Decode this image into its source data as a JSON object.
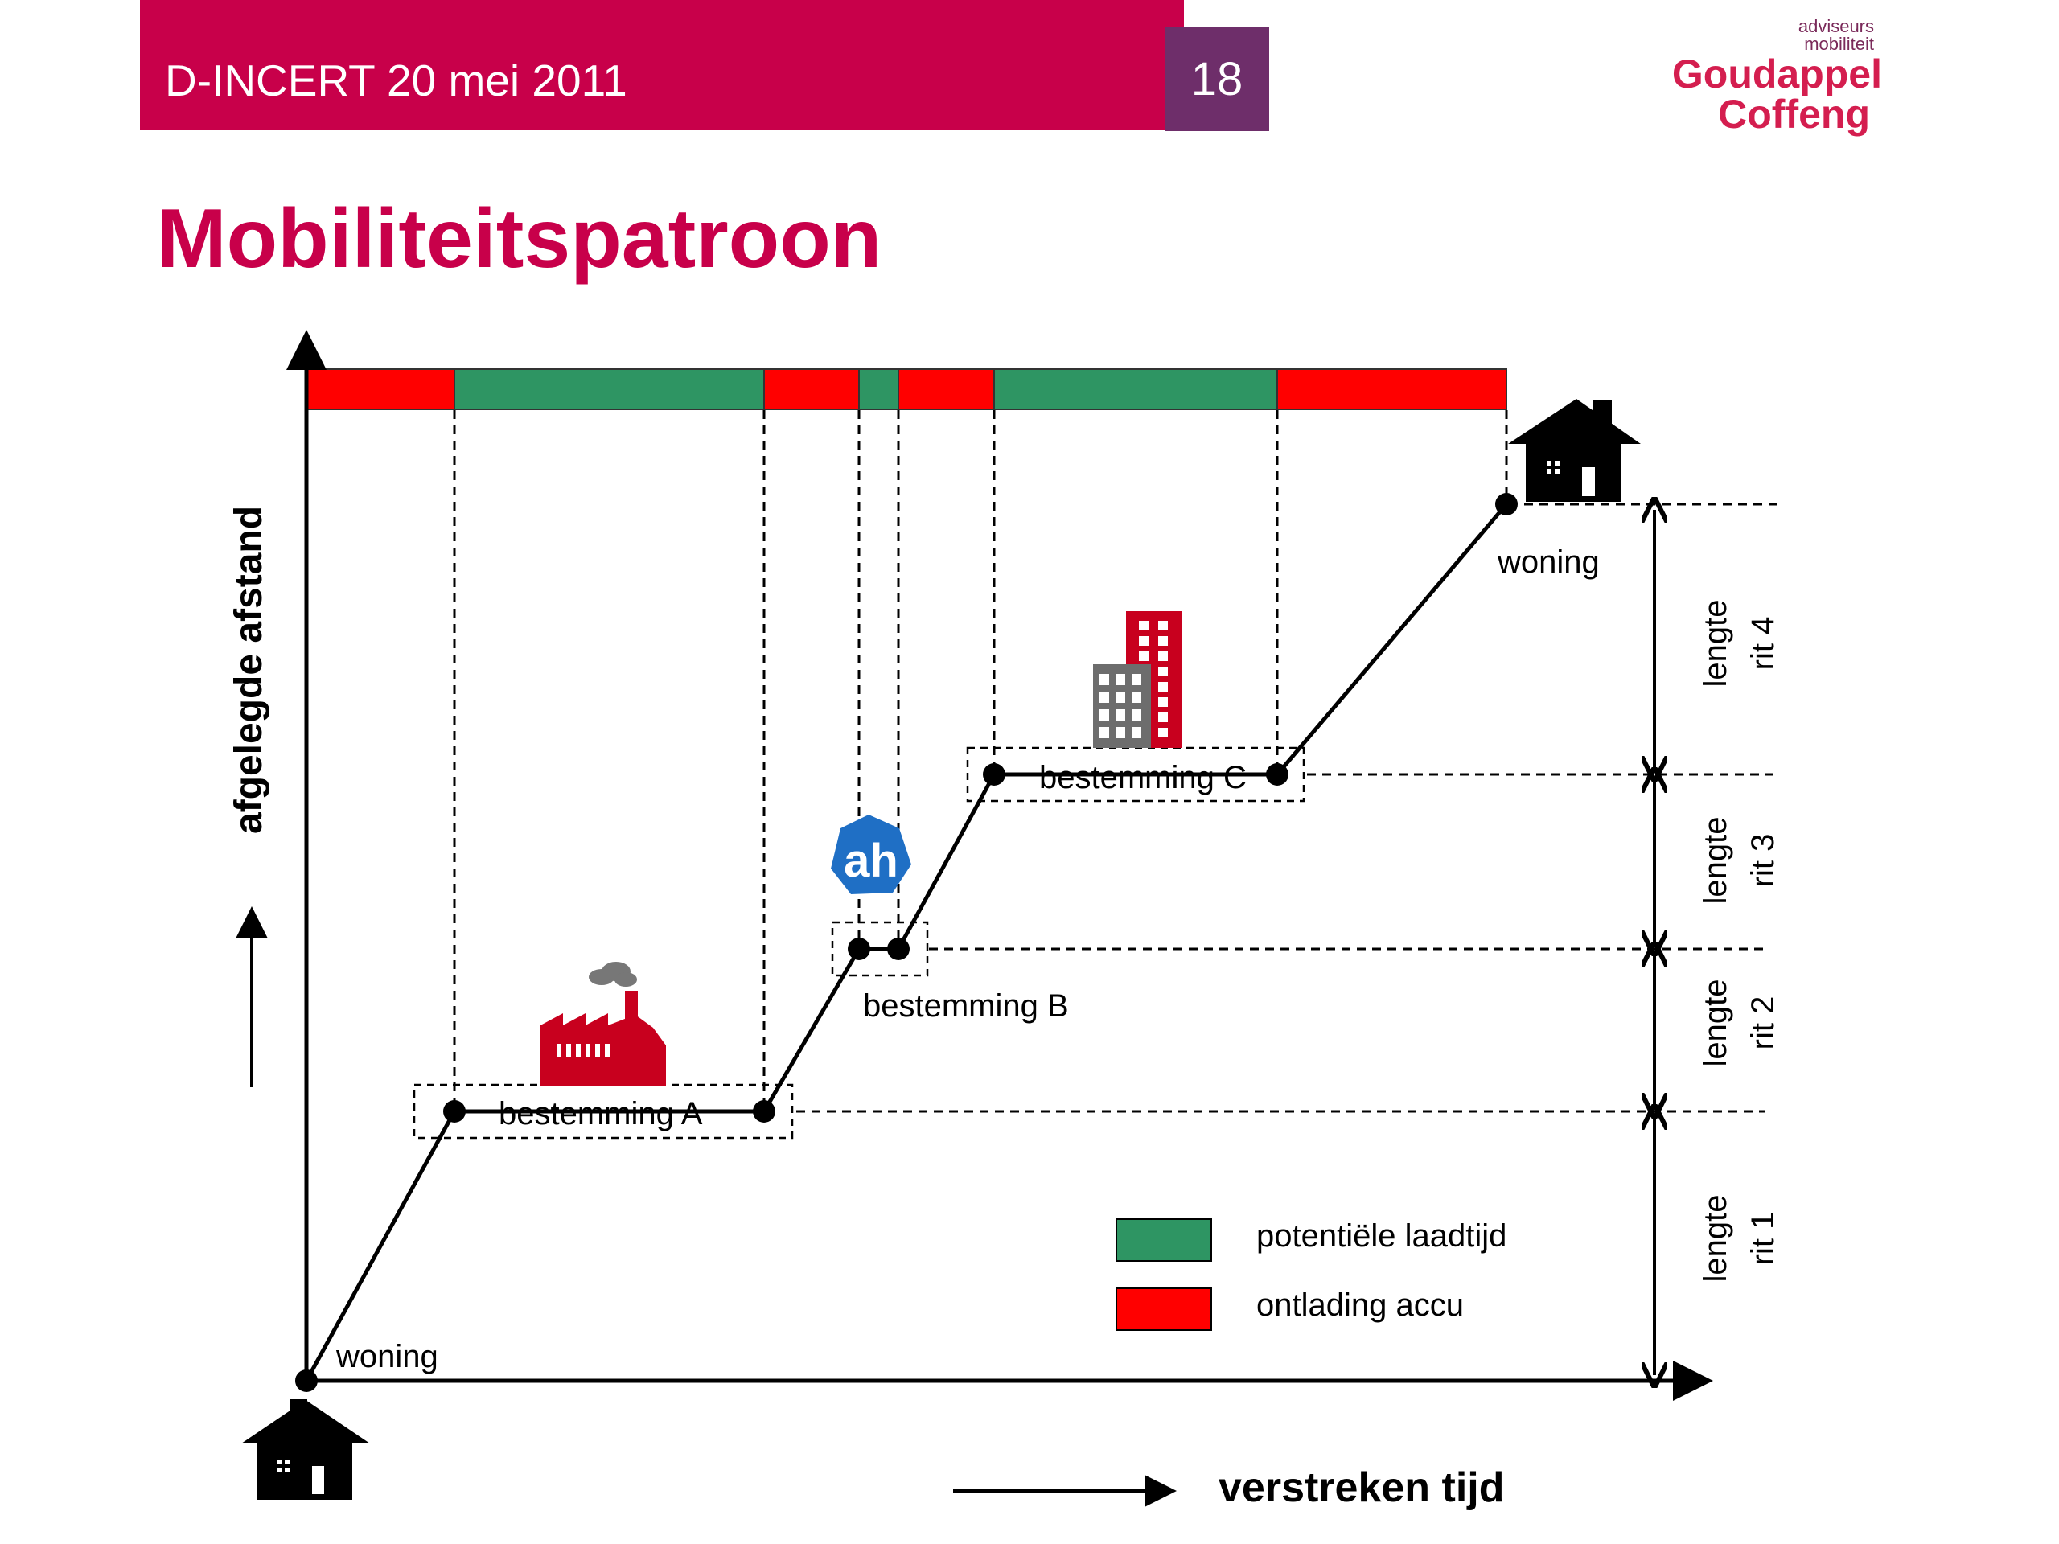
{
  "header": {
    "title": "D-INCERT 20 mei 2011",
    "page_number": "18"
  },
  "logo": {
    "tagline_1": "adviseurs",
    "tagline_2": "mobiliteit",
    "name_1": "Goudappel",
    "name_2": "Coffeng"
  },
  "slide": {
    "title": "Mobiliteitspatroon"
  },
  "diagram": {
    "y_axis_label": "afgelegde afstand",
    "x_axis_label": "verstreken tijd",
    "labels": {
      "home_start": "woning",
      "home_end": "woning",
      "dest_a": "bestemming A",
      "dest_b": "bestemming B",
      "dest_c": "bestemming C",
      "shop_logo": "ah"
    },
    "trip_lengths": [
      {
        "line1": "lengte",
        "line2": "rit 1"
      },
      {
        "line1": "lengte",
        "line2": "rit 2"
      },
      {
        "line1": "lengte",
        "line2": "rit 3"
      },
      {
        "line1": "lengte",
        "line2": "rit 4"
      }
    ],
    "timeline_segments": [
      {
        "state": "ontlading accu"
      },
      {
        "state": "potentiële laadtijd"
      },
      {
        "state": "ontlading accu"
      },
      {
        "state": "potentiële laadtijd"
      },
      {
        "state": "ontlading accu"
      },
      {
        "state": "potentiële laadtijd"
      },
      {
        "state": "ontlading accu"
      }
    ],
    "legend": [
      {
        "label": "potentiële laadtijd",
        "color": "#2e9563"
      },
      {
        "label": "ontlading accu",
        "color": "#ff0000"
      }
    ],
    "colors": {
      "green": "#2e9563",
      "red": "#ff0000",
      "building_red": "#c8001e",
      "building_grey": "#6d6d6d",
      "shop_blue": "#1f6fc5"
    }
  }
}
